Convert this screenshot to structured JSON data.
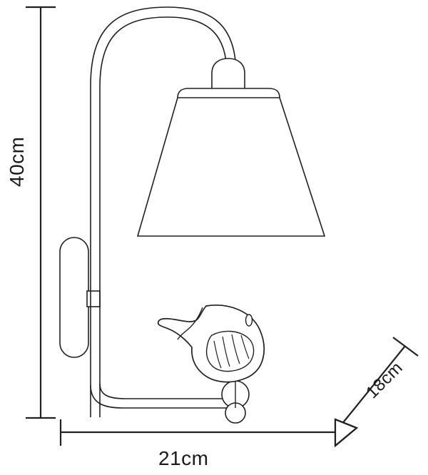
{
  "drawing": {
    "title": "Wall lamp technical dimension drawing",
    "line_color": "#231f20",
    "background_color": "#ffffff"
  },
  "dimensions": {
    "height": {
      "value": "40cm",
      "axis": "vertical",
      "terminator": "tick"
    },
    "width": {
      "value": "21cm",
      "axis": "horizontal",
      "terminator": "tick"
    },
    "depth": {
      "value": "18cm",
      "axis": "diagonal",
      "terminator": "arrow"
    }
  },
  "parts": {
    "wall_plate": "wall-mount-plate",
    "arm": "curved-lamp-arm",
    "socket": "lamp-socket",
    "shade": "lamp-shade",
    "ornament": "bird-ornament",
    "finial": "ball-finial"
  }
}
